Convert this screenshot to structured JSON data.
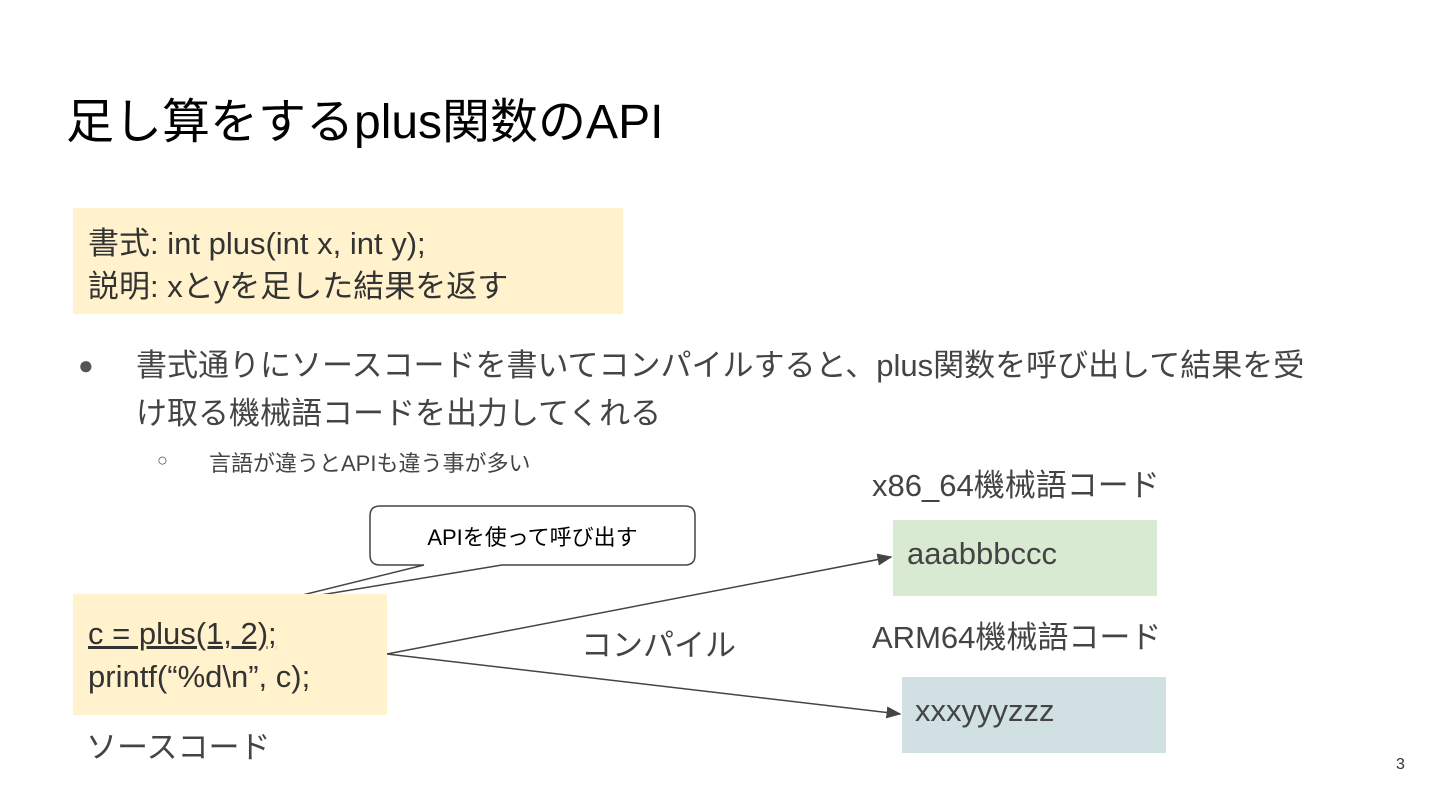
{
  "slide": {
    "title": "足し算をするplus関数のAPI",
    "page_number": "3"
  },
  "api_box": {
    "line1": "書式: int plus(int x, int y);",
    "line2": "説明: xとyを足した結果を返す"
  },
  "bullet": {
    "dot": "●",
    "text_line1": "書式通りにソースコードを書いてコンパイルすると、plus関数を呼び出して結果を受",
    "text_line2": "け取る機械語コードを出力してくれる"
  },
  "sub_bullet": {
    "dot": "○",
    "text": "言語が違うとAPIも違う事が多い"
  },
  "callout": {
    "text": "APIを使って呼び出す"
  },
  "source": {
    "code_line1": "c = plus(1, 2);",
    "code_line2": "printf(“%d\\n”, c);",
    "label": "ソースコード"
  },
  "compile_label": "コンパイル",
  "x86": {
    "label": "x86_64機械語コード",
    "code": "aaabbbccc",
    "color": "#d9ead3"
  },
  "arm": {
    "label": "ARM64機械語コード",
    "code": "xxxyyyzzz",
    "color": "#d0e0e3"
  },
  "colors": {
    "highlight": "#fff2cc",
    "text": "#444444"
  }
}
